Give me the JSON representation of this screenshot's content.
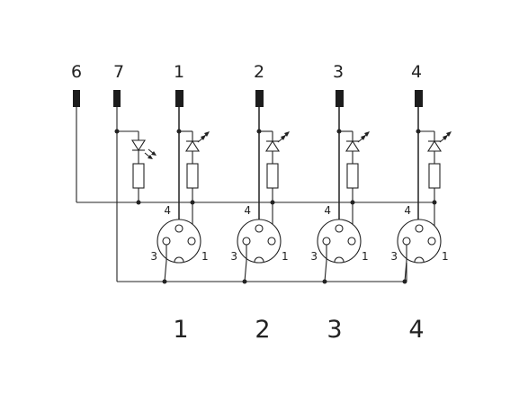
{
  "terminals": [
    "6",
    "7",
    "1",
    "2",
    "3",
    "4"
  ],
  "ports": [
    {
      "label": "1",
      "pins": {
        "top": "4",
        "left": "3",
        "right": "1"
      }
    },
    {
      "label": "2",
      "pins": {
        "top": "4",
        "left": "3",
        "right": "1"
      }
    },
    {
      "label": "3",
      "pins": {
        "top": "4",
        "left": "3",
        "right": "1"
      }
    },
    {
      "label": "4",
      "pins": {
        "top": "4",
        "left": "3",
        "right": "1"
      }
    }
  ],
  "colors": {
    "line": "#222222",
    "terminal": "#1c1c1c",
    "background": "#ffffff"
  }
}
